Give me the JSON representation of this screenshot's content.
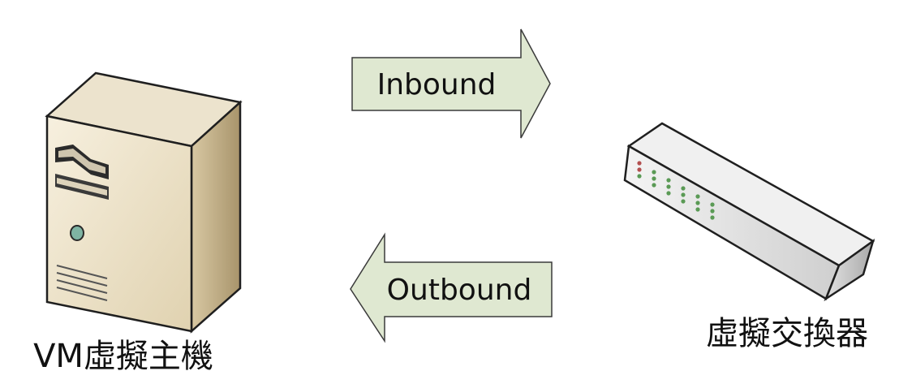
{
  "diagram": {
    "host_label": "VM虛擬主機",
    "switch_label": "虛擬交換器",
    "inbound_label": "Inbound",
    "outbound_label": "Outbound"
  },
  "colors": {
    "arrow_fill": "#dfe8d1",
    "arrow_stroke": "#3a3a3a",
    "server_front": "#efe6d2",
    "server_side": "#c6b48f",
    "server_top": "#e6dcc4",
    "switch_top": "#f1f1f1",
    "switch_front": "#d9d9d9",
    "led_green": "#5a9a55",
    "led_red": "#b35050"
  },
  "icons": {
    "server": "server-tower-icon",
    "switch": "network-switch-icon",
    "inbound_arrow": "arrow-right-icon",
    "outbound_arrow": "arrow-left-icon"
  }
}
